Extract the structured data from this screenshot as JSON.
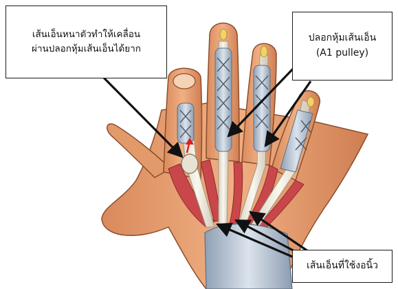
{
  "labels": {
    "thick_tendon_line1": "เส้นเอ็นหนาตัวทำให้เคลื่อน",
    "thick_tendon_line2": "ผ่านปลอกหุ้มเส้นเอ็นได้ยาก",
    "sheath_line1": "ปลอกหุ้มเส้นเอ็น",
    "sheath_line2": "(A1 pulley)",
    "flexor_tendon": "เส้นเอ็นที่ใช้งอนิ้ว"
  },
  "colors": {
    "skin": "#e8a070",
    "skin_shadow": "#c97a4e",
    "tendon": "#f0ece0",
    "sheath": "#b9c6d4",
    "muscle": "#c9474a",
    "arrow": "#111111",
    "highlight_arrow": "#e02020"
  }
}
